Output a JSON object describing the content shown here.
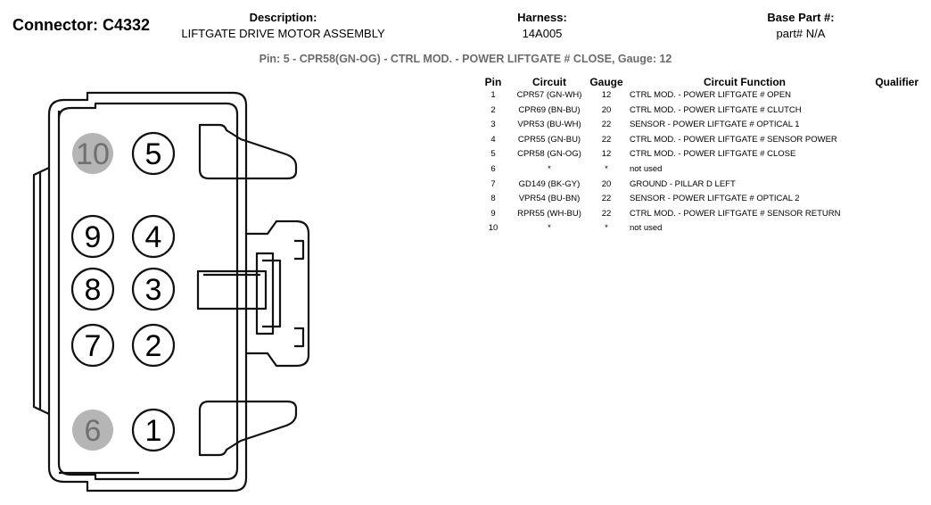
{
  "connector": {
    "label": "Connector: C4332"
  },
  "description": {
    "label": "Description:",
    "value": "LIFTGATE DRIVE MOTOR ASSEMBLY"
  },
  "harness": {
    "label": "Harness:",
    "value": "14A005"
  },
  "base_part": {
    "label": "Base Part #:",
    "value": "part# N/A"
  },
  "pin_summary": "Pin: 5 - CPR58(GN-OG) - CTRL MOD. - POWER LIFTGATE # CLOSE, Gauge: 12",
  "table": {
    "headers": {
      "pin": "Pin",
      "circuit": "Circuit",
      "gauge": "Gauge",
      "function": "Circuit Function",
      "qualifier": "Qualifier"
    },
    "rows": [
      {
        "pin": "1",
        "circuit": "CPR57 (GN-WH)",
        "gauge": "12",
        "function": "CTRL MOD. - POWER LIFTGATE # OPEN",
        "qualifier": ""
      },
      {
        "pin": "2",
        "circuit": "CPR69 (BN-BU)",
        "gauge": "20",
        "function": "CTRL MOD. - POWER LIFTGATE # CLUTCH",
        "qualifier": ""
      },
      {
        "pin": "3",
        "circuit": "VPR53 (BU-WH)",
        "gauge": "22",
        "function": "SENSOR - POWER LIFTGATE # OPTICAL 1",
        "qualifier": ""
      },
      {
        "pin": "4",
        "circuit": "CPR55 (GN-BU)",
        "gauge": "22",
        "function": "CTRL MOD. - POWER LIFTGATE # SENSOR POWER",
        "qualifier": ""
      },
      {
        "pin": "5",
        "circuit": "CPR58 (GN-OG)",
        "gauge": "12",
        "function": "CTRL MOD. - POWER LIFTGATE # CLOSE",
        "qualifier": ""
      },
      {
        "pin": "6",
        "circuit": "*",
        "gauge": "*",
        "function": "not used",
        "qualifier": ""
      },
      {
        "pin": "7",
        "circuit": "GD149 (BK-GY)",
        "gauge": "20",
        "function": "GROUND - PILLAR D LEFT",
        "qualifier": ""
      },
      {
        "pin": "8",
        "circuit": "VPR54 (BU-BN)",
        "gauge": "22",
        "function": "SENSOR - POWER LIFTGATE # OPTICAL 2",
        "qualifier": ""
      },
      {
        "pin": "9",
        "circuit": "RPR55 (WH-BU)",
        "gauge": "22",
        "function": "CTRL MOD. - POWER LIFTGATE # SENSOR RETURN",
        "qualifier": ""
      },
      {
        "pin": "10",
        "circuit": "*",
        "gauge": "*",
        "function": "not used",
        "qualifier": ""
      }
    ]
  },
  "cavities": [
    {
      "label": "10",
      "used": false
    },
    {
      "label": "5",
      "used": true
    },
    {
      "label": "9",
      "used": true
    },
    {
      "label": "4",
      "used": true
    },
    {
      "label": "8",
      "used": true
    },
    {
      "label": "3",
      "used": true
    },
    {
      "label": "7",
      "used": true
    },
    {
      "label": "2",
      "used": true
    },
    {
      "label": "6",
      "used": false
    },
    {
      "label": "1",
      "used": true
    }
  ],
  "colors": {
    "unused_cavity": "#b5b5b5",
    "outline": "#111111",
    "summary_text": "#6b6b6b"
  }
}
